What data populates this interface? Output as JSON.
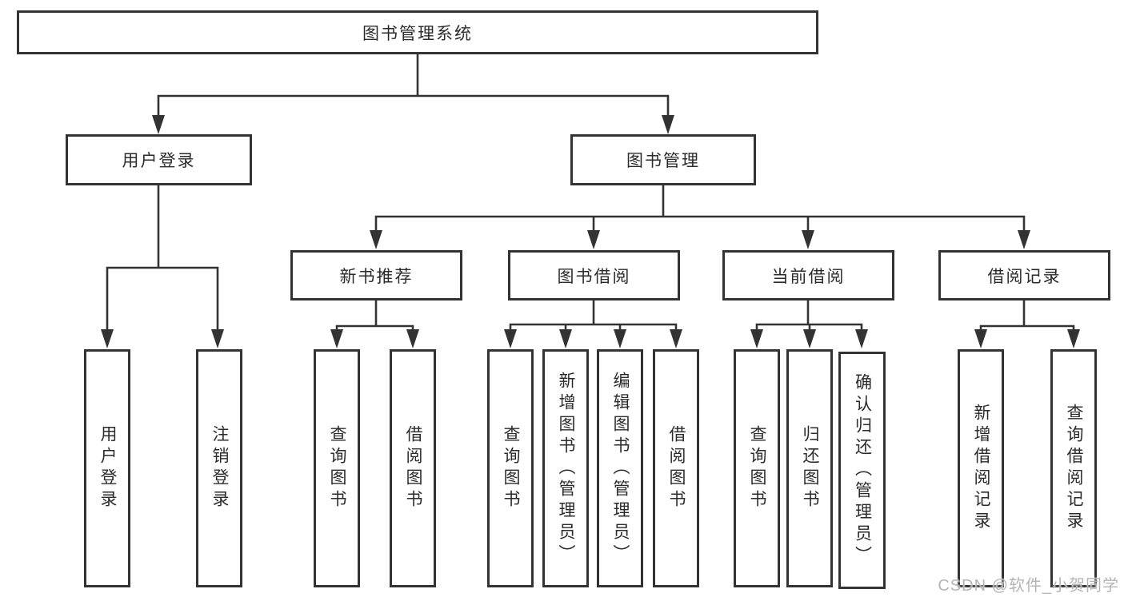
{
  "diagram_title": "图书管理系统",
  "colors": {
    "line": "#333333",
    "text": "#2b2b2b",
    "watermark": "#b5b5b5",
    "background": "#ffffff"
  },
  "tree": {
    "root": {
      "label": "图书管理系统"
    },
    "branches": [
      {
        "label": "用户登录",
        "children": [
          {
            "label": "用户登录"
          },
          {
            "label": "注销登录"
          }
        ]
      },
      {
        "label": "图书管理",
        "groups": [
          {
            "label": "新书推荐",
            "children": [
              {
                "label": "查询图书"
              },
              {
                "label": "借阅图书"
              }
            ]
          },
          {
            "label": "图书借阅",
            "children": [
              {
                "label": "查询图书"
              },
              {
                "label": "新增图书（管理员）"
              },
              {
                "label": "编辑图书（管理员）"
              },
              {
                "label": "借阅图书"
              }
            ]
          },
          {
            "label": "当前借阅",
            "children": [
              {
                "label": "查询图书"
              },
              {
                "label": "归还图书"
              },
              {
                "label": "确认归还（管理员）"
              }
            ]
          },
          {
            "label": "借阅记录",
            "children": [
              {
                "label": "新增借阅记录"
              },
              {
                "label": "查询借阅记录"
              }
            ]
          }
        ]
      }
    ]
  },
  "watermark": {
    "text": "CSDN @软件_小贺同学"
  }
}
